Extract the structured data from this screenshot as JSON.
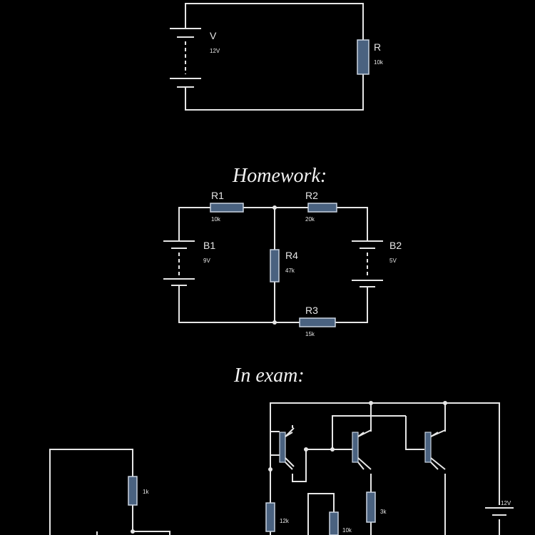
{
  "circuit1": {
    "battery": {
      "name": "V",
      "value": "12V"
    },
    "resistor": {
      "name": "R",
      "value": "10k"
    }
  },
  "homework": {
    "heading": "Homework:",
    "r1": {
      "name": "R1",
      "value": "10k"
    },
    "r2": {
      "name": "R2",
      "value": "20k"
    },
    "r3": {
      "name": "R3",
      "value": "15k"
    },
    "r4": {
      "name": "R4",
      "value": "47k"
    },
    "b1": {
      "name": "B1",
      "value": "9V"
    },
    "b2": {
      "name": "B2",
      "value": "5V"
    }
  },
  "exam": {
    "heading": "In exam:",
    "left_resistor_value": "1k",
    "resistors": [
      "12k",
      "10k",
      "3k"
    ],
    "battery_value": "12V"
  }
}
